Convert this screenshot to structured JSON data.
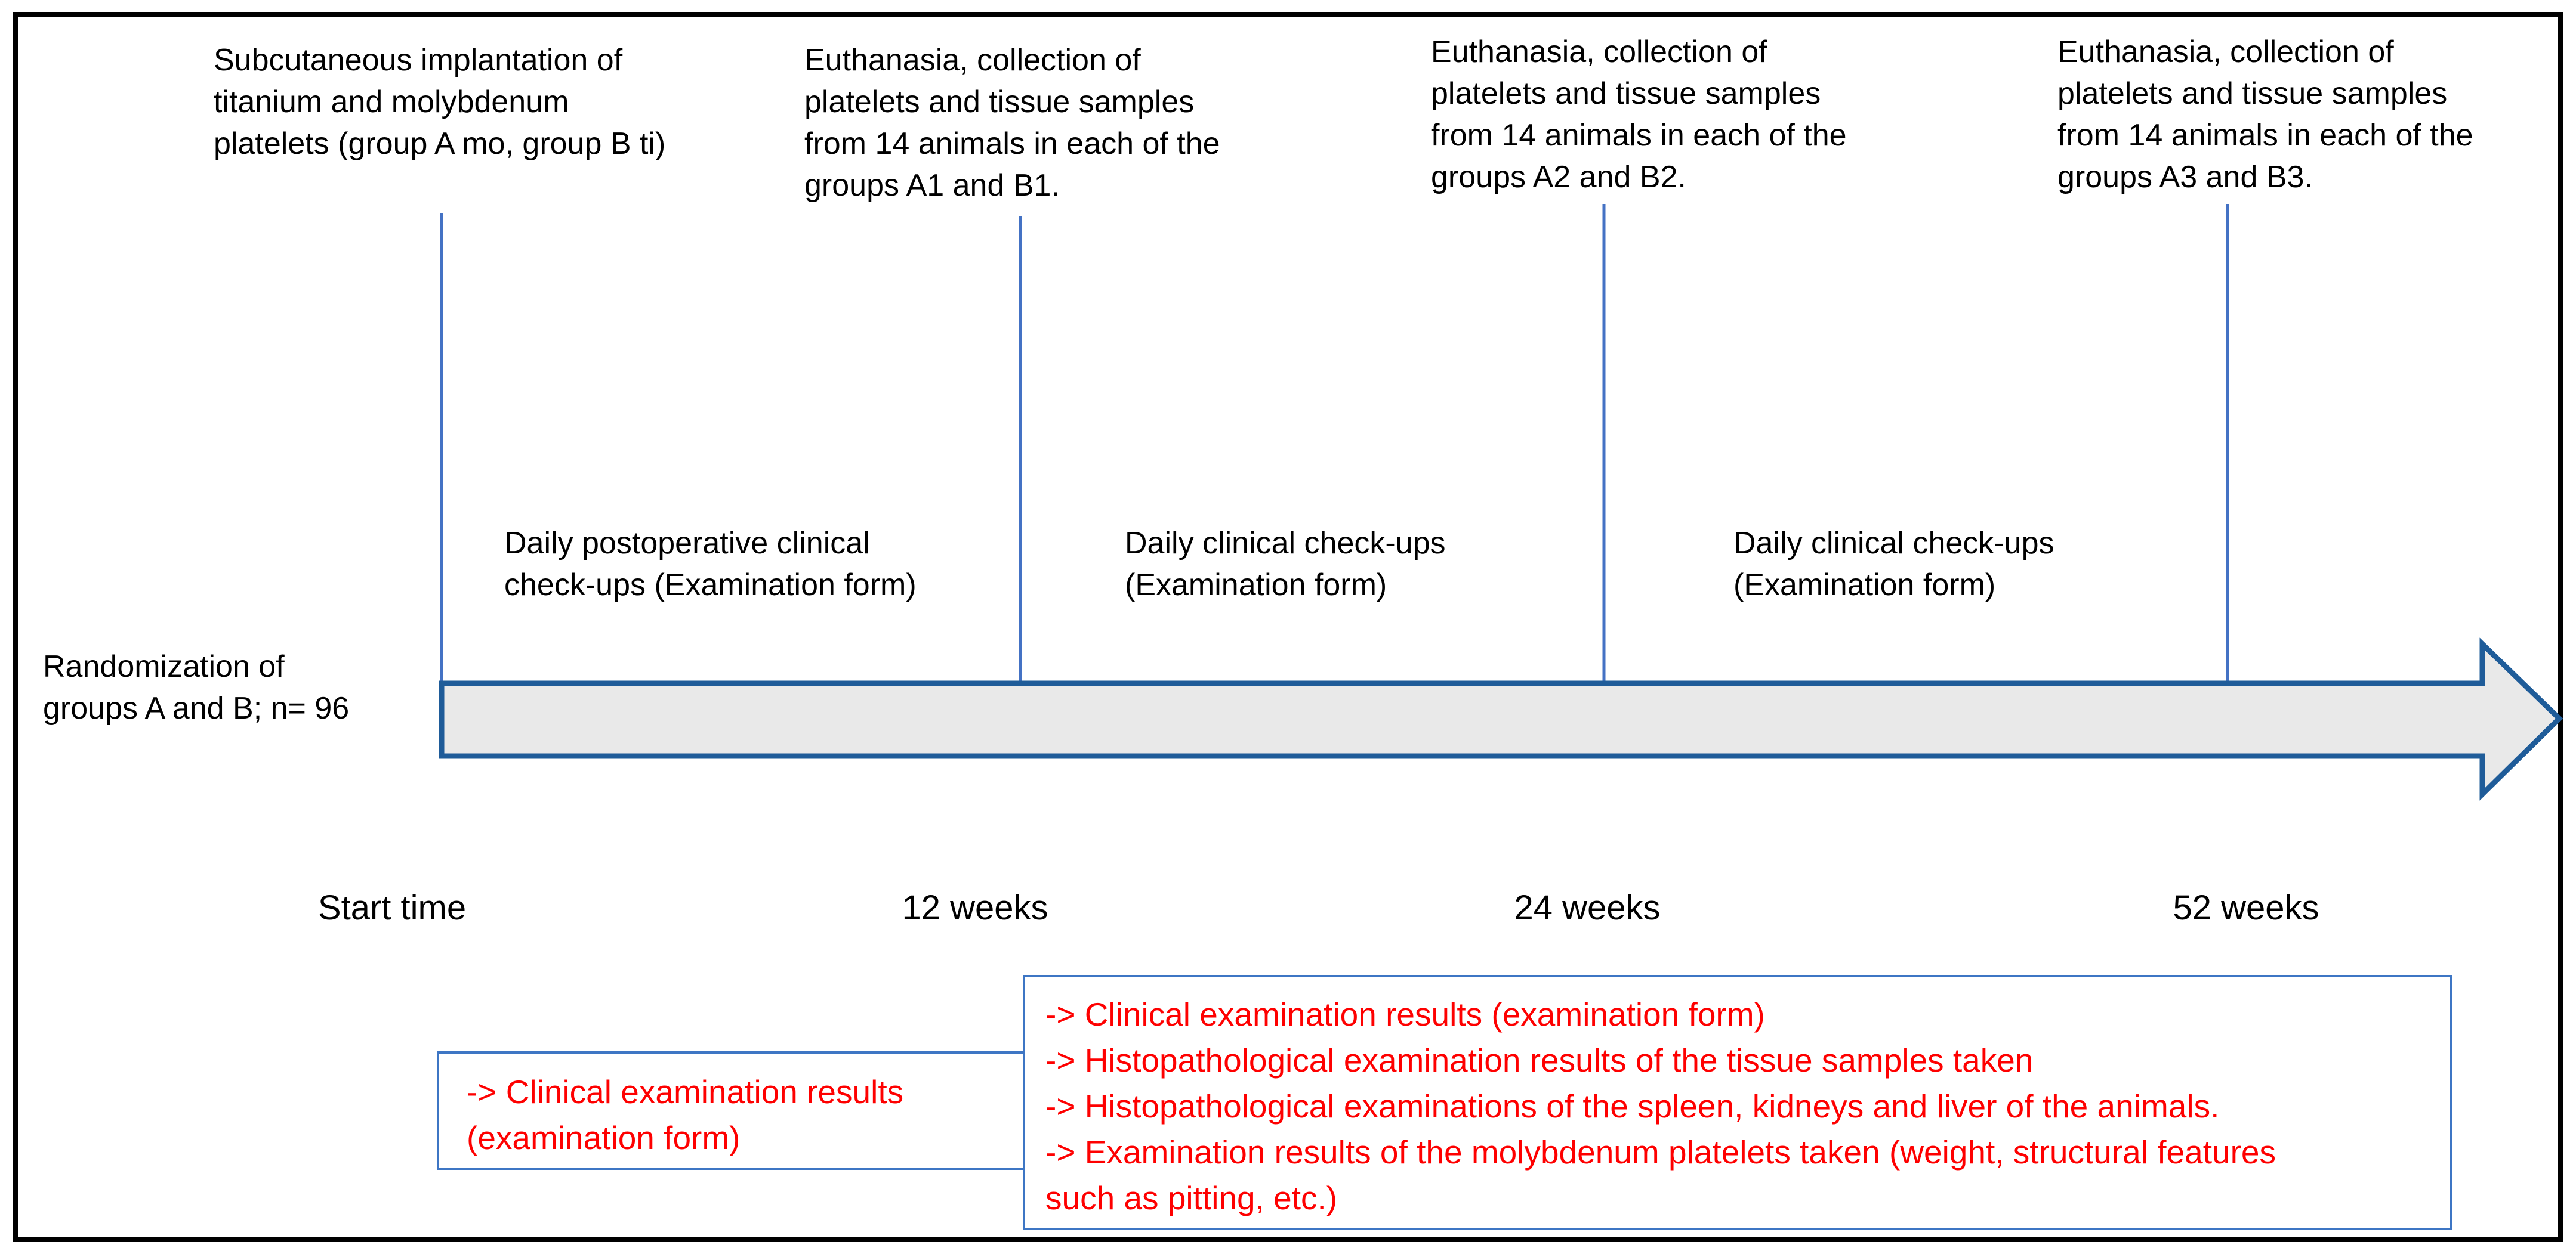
{
  "figure": {
    "description": "Study timeline diagram",
    "randomization_label": "Randomization of\ngroups A and B; n= 96"
  },
  "milestones": [
    {
      "event": "Subcutaneous implantation of\ntitanium and molybdenum\nplatelets (group A mo, group B ti)",
      "time": "Start time",
      "checkup": "Daily postoperative clinical\ncheck-ups (Examination form)"
    },
    {
      "event": "Euthanasia, collection of\nplatelets and tissue samples\nfrom 14 animals in each of the\ngroups A1 and B1.",
      "time": "12 weeks",
      "checkup": "Daily clinical check-ups\n(Examination form)"
    },
    {
      "event": "Euthanasia, collection of\nplatelets and tissue samples\nfrom 14 animals in each of the\ngroups A2 and B2.",
      "time": "24 weeks",
      "checkup": "Daily clinical check-ups\n(Examination form)"
    },
    {
      "event": "Euthanasia, collection of\nplatelets and tissue samples\nfrom 14 animals in each of the\ngroups A3 and B3.",
      "time": "52 weeks",
      "checkup": ""
    }
  ],
  "results": {
    "early": {
      "text": "-> Clinical examination results\n(examination form)"
    },
    "late": {
      "items": [
        "-> Clinical examination results (examination form)",
        "-> Histopathological examination results of the tissue samples taken",
        "-> Histopathological examinations of the spleen, kidneys and liver of the animals.",
        "-> Examination results of the molybdenum platelets taken (weight, structural features\nsuch as pitting, etc.)"
      ]
    }
  },
  "colors": {
    "frame_border": "#000000",
    "connector_blue": "#4472C4",
    "arrow_border": "#1F5C99",
    "arrow_fill": "#E9E9E9",
    "results_border_blue": "#3E76C4",
    "results_text_red": "#FE0000",
    "text_black": "#000000"
  }
}
